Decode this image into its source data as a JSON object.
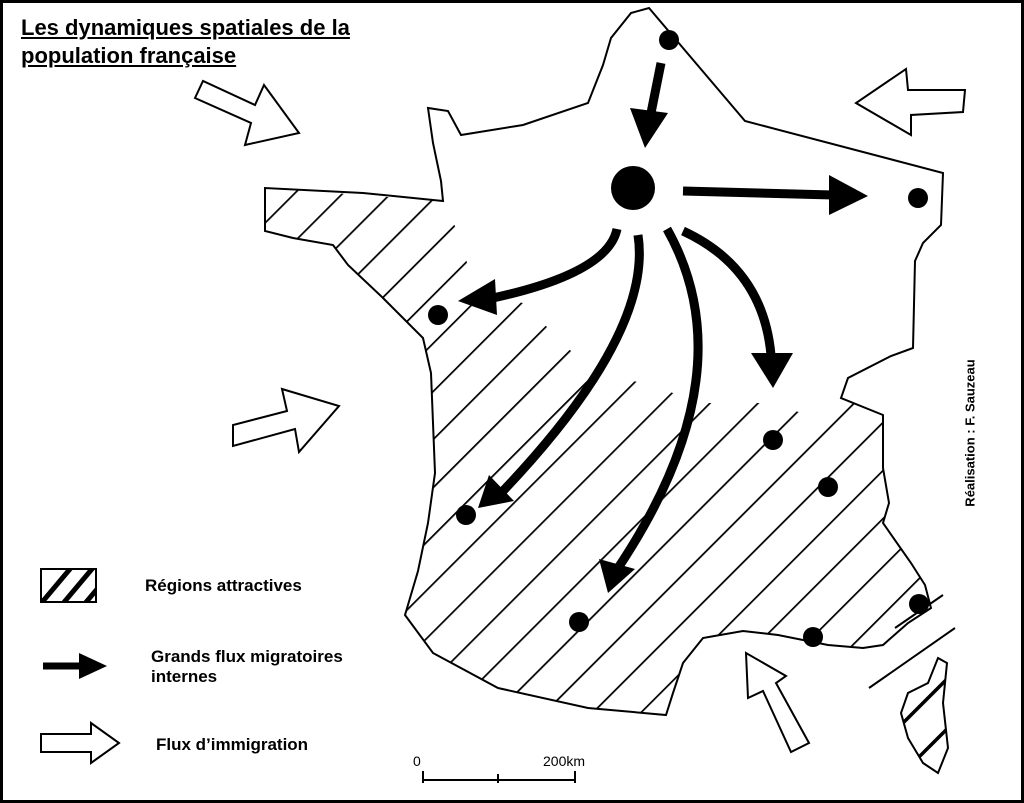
{
  "title": {
    "line1": "Les dynamiques spatiales de la",
    "line2": "population française"
  },
  "legend": {
    "regions": "Régions attractives",
    "internal_flows_line1": "Grands flux migratoires",
    "internal_flows_line2": "internes",
    "immigration": "Flux d’immigration"
  },
  "credit": "Réalisation : F. Sauzeau",
  "scale": {
    "zero": "0",
    "distance": "200km"
  },
  "colors": {
    "ink": "#000000",
    "paper": "#ffffff"
  }
}
